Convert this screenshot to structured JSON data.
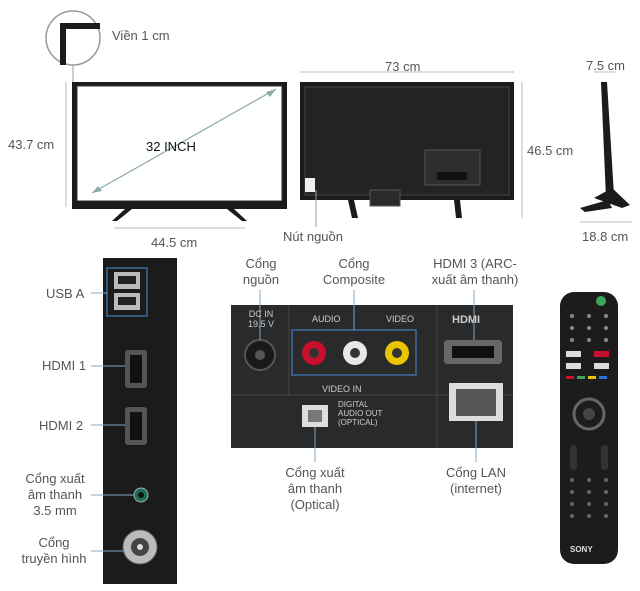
{
  "front": {
    "bezel": "Viền 1 cm",
    "height": "43.7 cm",
    "width": "44.5 cm",
    "diagonal": "32 INCH"
  },
  "back": {
    "width": "73 cm",
    "height": "46.5 cm",
    "power_button": "Nút nguồn"
  },
  "side": {
    "depth_top": "7.5 cm",
    "depth_bottom": "18.8 cm"
  },
  "side_ports": {
    "usb": "USB A",
    "hdmi1": "HDMI 1",
    "hdmi2": "HDMI 2",
    "audio_out_l1": "Cổng xuất",
    "audio_out_l2": "âm thanh",
    "audio_out_l3": "3.5 mm",
    "antenna_l1": "Cổng",
    "antenna_l2": "truyền hình"
  },
  "rear_ports": {
    "power_l1": "Cổng",
    "power_l2": "nguồn",
    "composite_l1": "Cổng",
    "composite_l2": "Composite",
    "hdmi3_l1": "HDMI 3 (ARC-",
    "hdmi3_l2": "xuất âm thanh)",
    "optical_l1": "Cổng xuất",
    "optical_l2": "âm thanh",
    "optical_l3": "(Optical)",
    "lan_l1": "Cổng LAN",
    "lan_l2": "(internet)",
    "panel_dc": "DC IN",
    "panel_volt": "19.5 V",
    "panel_audio": "AUDIO",
    "panel_video": "VIDEO",
    "panel_hdmi": "HDMI",
    "panel_video_in": "VIDEO IN",
    "panel_digital": "DIGITAL",
    "panel_audio_out": "AUDIO OUT",
    "panel_optical": "(OPTICAL)"
  },
  "remote": {
    "brand": "SONY"
  },
  "colors": {
    "tv_body": "#1b1b1b",
    "panel": "#2a2a2a",
    "line": "#7fa9c6",
    "rca_red": "#c8102e",
    "rca_white": "#e8e8e8",
    "rca_yellow": "#e9c400",
    "highlight_box": "#3f7fbf"
  }
}
